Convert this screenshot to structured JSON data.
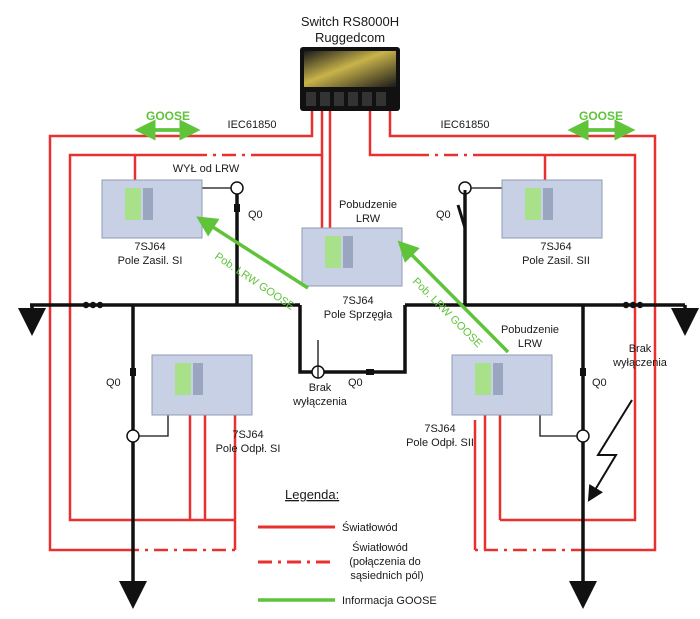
{
  "colors": {
    "fiber": "#e8312f",
    "goose": "#5fc43a",
    "busbar": "#111111",
    "device_body": "#c7d0e4",
    "device_screen": "#a9e08a"
  },
  "switch": {
    "title_line1": "Switch RS8000H",
    "title_line2": "Ruggedcom"
  },
  "protocol": {
    "left": "IEC61850",
    "right": "IEC61850"
  },
  "goose": {
    "left": "GOOSE",
    "right": "GOOSE",
    "diag_left": "Pob. LRW GOOSE",
    "diag_right": "Pob. LRW GOOSE"
  },
  "relays": {
    "zasil_si": {
      "model": "7SJ64",
      "name": "Pole Zasil. SI"
    },
    "zasil_sii": {
      "model": "7SJ64",
      "name": "Pole Zasil. SII"
    },
    "sprzegla": {
      "model": "7SJ64",
      "name": "Pole Sprzęgła"
    },
    "odpl_si": {
      "model": "7SJ64",
      "name": "Pole Odpł. SI"
    },
    "odpl_sii": {
      "model": "7SJ64",
      "name": "Pole Odpł. SII"
    }
  },
  "annotations": {
    "wyl_lrw": "WYŁ od LRW",
    "pobudzenie_center_1": "Pobudzenie",
    "pobudzenie_center_2": "LRW",
    "pobudzenie_right_1": "Pobudzenie",
    "pobudzenie_right_2": "LRW",
    "brak_center_1": "Brak",
    "brak_center_2": "wyłączenia",
    "brak_right_1": "Brak",
    "brak_right_2": "wyłączenia"
  },
  "switches": {
    "q0_top_left": "Q0",
    "q0_top_right": "Q0",
    "q0_mid": "Q0",
    "q0_bottom_left": "Q0",
    "q0_bottom_right": "Q0"
  },
  "legend": {
    "title": "Legenda:",
    "item1": "Światłowód",
    "item2_line1": "Światłowód",
    "item2_line2": "(połączenia do",
    "item2_line3": "sąsiednich pól)",
    "item3": "Informacja GOOSE"
  }
}
